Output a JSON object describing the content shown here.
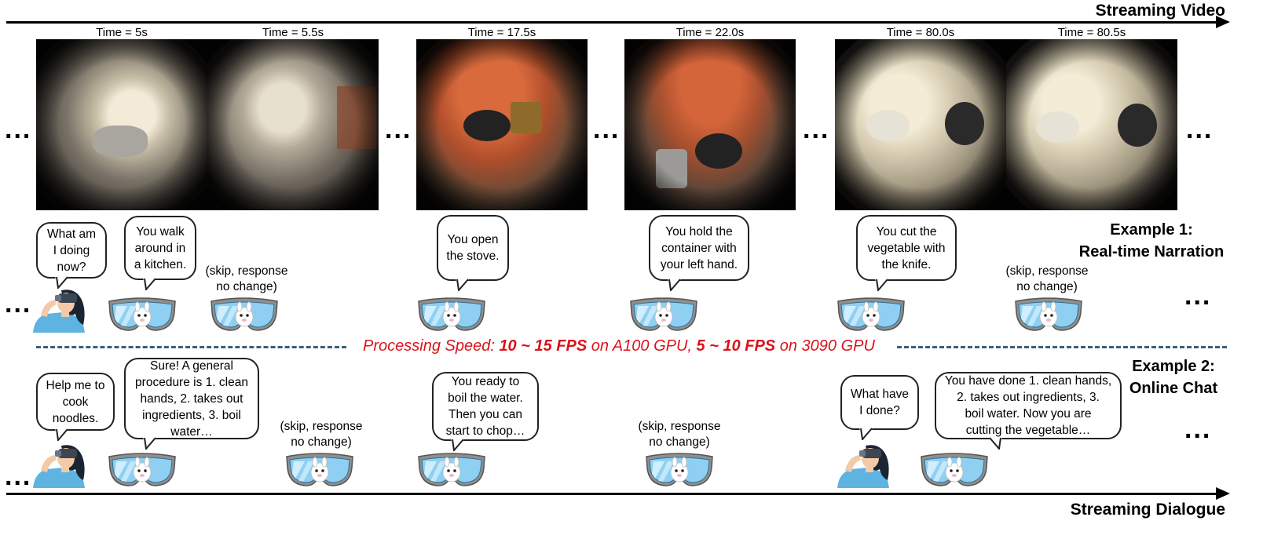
{
  "top_axis": {
    "label": "Streaming Video"
  },
  "bottom_axis": {
    "label": "Streaming Dialogue"
  },
  "times": [
    "Time = 5s",
    "Time = 5.5s",
    "Time = 17.5s",
    "Time = 22.0s",
    "Time = 80.0s",
    "Time = 80.5s"
  ],
  "ellipsis": "...",
  "example1": {
    "title_line1": "Example 1:",
    "title_line2": "Real-time Narration",
    "user_q": [
      "What am",
      "I doing",
      "now?"
    ],
    "r1": [
      "You walk",
      "around in",
      "a kitchen."
    ],
    "skip1": [
      "(skip, response",
      "no change)"
    ],
    "r2": [
      "You open",
      "the stove."
    ],
    "r3": [
      "You hold the",
      "container with",
      "your left hand."
    ],
    "r4": [
      "You cut the",
      "vegetable with",
      "the knife."
    ],
    "skip2": [
      "(skip, response",
      "no change)"
    ]
  },
  "speed": {
    "prefix": "Processing Speed: ",
    "v1": "10 ~ 15 FPS",
    "mid": " on A100 GPU, ",
    "v2": "5 ~ 10 FPS",
    "suffix": " on 3090 GPU"
  },
  "example2": {
    "title_line1": "Example 2:",
    "title_line2": "Online Chat",
    "user_q1": [
      "Help me to",
      "cook",
      "noodles."
    ],
    "r1": [
      "Sure! A general",
      "procedure is 1. clean",
      "hands, 2. takes out",
      "ingredients, 3. boil",
      "water…"
    ],
    "skip1": [
      "(skip, response",
      "no change)"
    ],
    "r2": [
      "You ready to",
      "boil the water.",
      "Then you can",
      "start to chop…"
    ],
    "skip2": [
      "(skip, response",
      "no change)"
    ],
    "user_q2": [
      "What have",
      "I done?"
    ],
    "r3": [
      "You have done 1. clean hands,",
      "2. takes out ingredients, 3.",
      "boil water. Now you are",
      "cutting the vegetable…"
    ]
  },
  "colors": {
    "speed_text": "#d9141b",
    "divider": "#3b5f7a",
    "goggle_lens": "#8fd0f2"
  }
}
